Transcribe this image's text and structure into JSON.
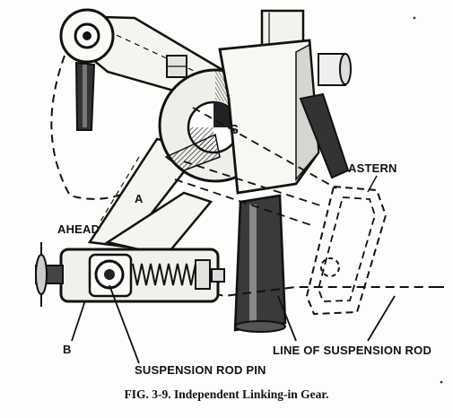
{
  "labels": {
    "astern": "ASTERN",
    "ahead": "AHEAD",
    "a": "A",
    "s": "S",
    "b": "B",
    "line_of_suspension_rod": "LINE OF SUSPENSION ROD",
    "suspension_rod_pin": "SUSPENSION ROD PIN"
  },
  "caption": "FIG. 3-9. Independent Linking-in Gear."
}
